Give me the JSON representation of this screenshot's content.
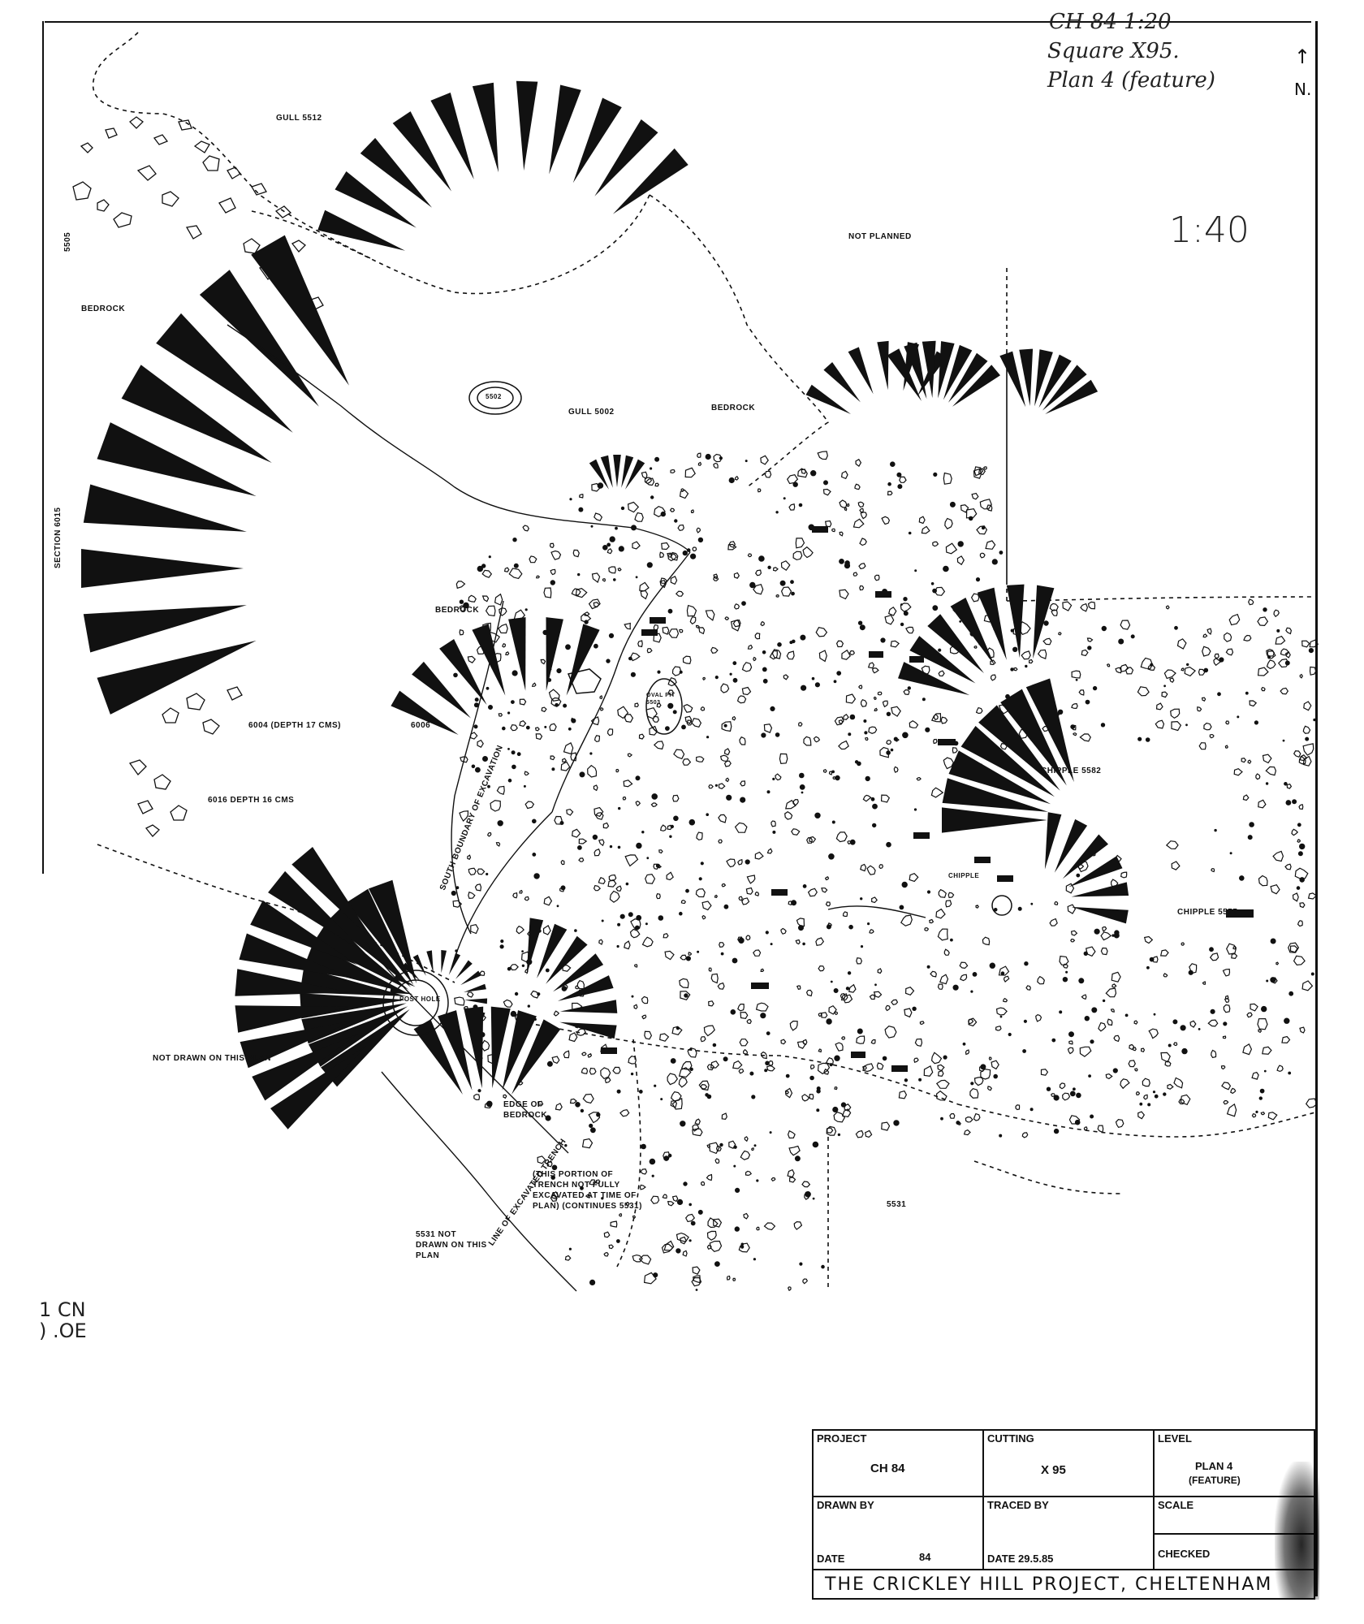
{
  "handwritten": {
    "line1": "CH 84   1:20",
    "line2": "Square X95.",
    "line3": "Plan 4 (feature)",
    "north_arrow": "↑",
    "north_label": "N.",
    "scale_note": "1:40",
    "margin_note_1": "1 CN",
    "margin_note_2": ") .OE"
  },
  "plan_labels": {
    "gull_top": "GULL 5512",
    "not_planned": "NOT PLANNED",
    "bedrock_left": "BEDROCK",
    "edge_tag": "5505",
    "section_left": "SECTION 6015",
    "pit_label": "5502",
    "gull_mid": "GULL 5002",
    "bedrock_mid": "BEDROCK",
    "bedrock_center": "BEDROCK",
    "depth_1": "6004 (DEPTH 17 CMS)",
    "depth_tag": "6006",
    "depth_2": "6016 DEPTH 16 CMS",
    "post_hole": "POST HOLE",
    "not_drawn_1": "NOT DRAWN ON THIS PLAN",
    "edge_of_bedrock": "EDGE OF BEDROCK",
    "trench_note": "(THIS PORTION OF TRENCH NOT FULLY EXCAVATED AT TIME OF PLAN) (CONTINUES 5531)",
    "not_drawn_2": "5531 NOT DRAWN ON THIS PLAN",
    "line_of_trench": "LINE OF EXCAVATED TRENCH",
    "slant_label": "SOUTH BOUNDARY OF EXCAVATION",
    "chipple_1": "CHIPPLE 5582",
    "chipple_2": "CHIPPLE",
    "chipple_3": "CHIPPLE 5577",
    "context_5531": "5531",
    "oval_feature": "OVAL PIT 5503"
  },
  "title_block": {
    "project_caption": "PROJECT",
    "project_value": "CH 84",
    "cutting_caption": "CUTTING",
    "cutting_value": "X 95",
    "level_caption": "LEVEL",
    "level_value_1": "PLAN 4",
    "level_value_2": "(FEATURE)",
    "drawn_by_caption": "DRAWN BY",
    "drawn_by_value": "",
    "traced_by_caption": "TRACED BY",
    "traced_by_value": "",
    "scale_caption": "SCALE",
    "scale_value": "",
    "date_caption": "DATE",
    "date_value": "84",
    "date2_caption": "DATE 29.5.85",
    "checked_caption": "CHECKED",
    "footer": "THE  CRICKLEY  HILL  PROJECT,  CHELTENHAM"
  }
}
